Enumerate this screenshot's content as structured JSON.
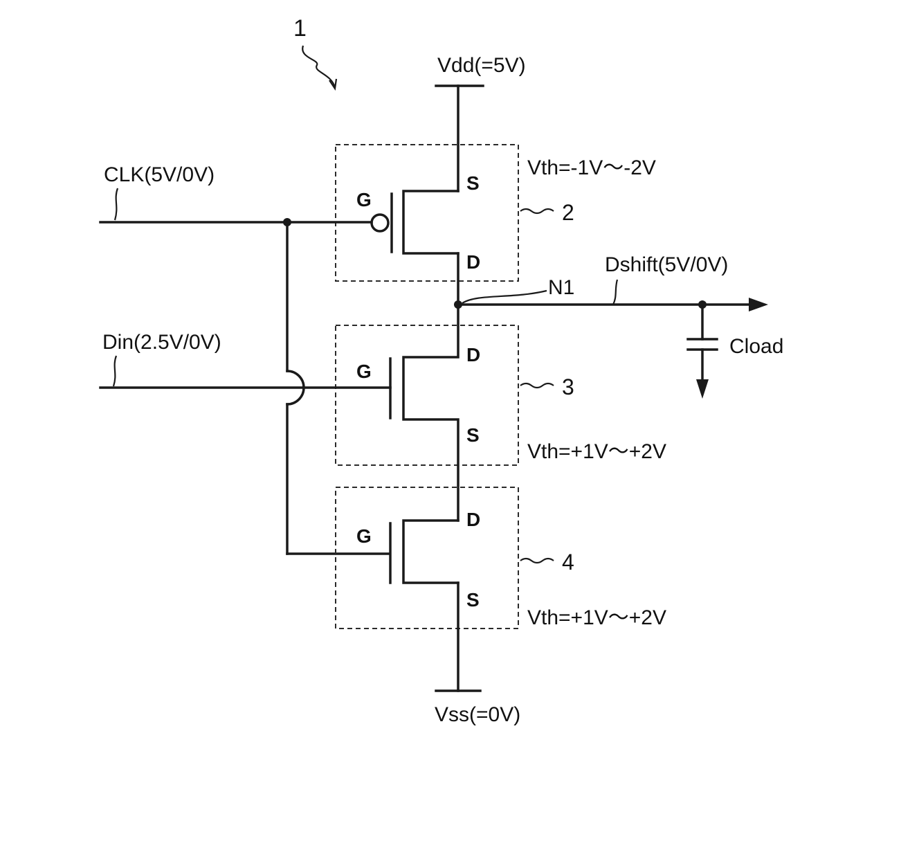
{
  "figure_number": "1",
  "supply": {
    "vdd": "Vdd(=5V)",
    "vss": "Vss(=0V)"
  },
  "inputs": {
    "clk": "CLK(5V/0V)",
    "din": "Din(2.5V/0V)"
  },
  "output": {
    "node": "N1",
    "dshift": "Dshift(5V/0V)",
    "load": "Cload"
  },
  "transistors": [
    {
      "ref": "2",
      "vth": "Vth=-1V～-2V",
      "gate": "G",
      "source": "S",
      "drain": "D"
    },
    {
      "ref": "3",
      "vth": "Vth=+1V～+2V",
      "gate": "G",
      "source": "S",
      "drain": "D"
    },
    {
      "ref": "4",
      "vth": "Vth=+1V～+2V",
      "gate": "G",
      "source": "S",
      "drain": "D"
    }
  ]
}
